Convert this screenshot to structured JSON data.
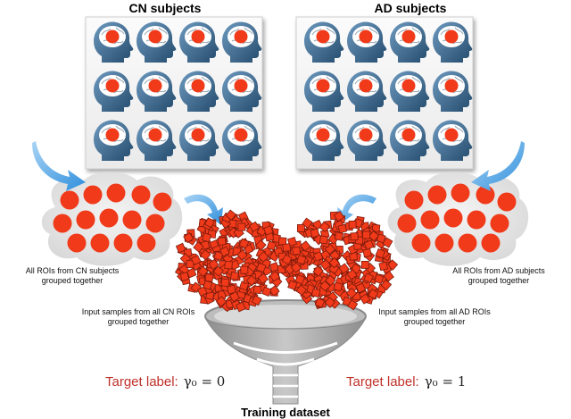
{
  "left_panel": {
    "title": "CN subjects",
    "icon": "brain-head-icon",
    "rows": 3,
    "cols": 4
  },
  "right_panel": {
    "title": "AD subjects",
    "icon": "brain-head-icon",
    "rows": 3,
    "cols": 4
  },
  "left_group_caption": [
    "All ROIs from CN subjects",
    "grouped together"
  ],
  "right_group_caption": [
    "All ROIs from AD subjects",
    "grouped together"
  ],
  "left_samples_caption": [
    "Input samples from all CN ROIs",
    "grouped together"
  ],
  "right_samples_caption": [
    "Input samples from all AD ROIs",
    "grouped together"
  ],
  "left_target": {
    "text": "Target label:",
    "math": "γ₀ = 0"
  },
  "right_target": {
    "text": "Target label:",
    "math": "γ₀ = 1"
  },
  "funnel_label": "Training dataset",
  "colors": {
    "roi_red": "#f03a1a",
    "arrow_blue": "#4aa3e6",
    "target_red": "#c0312a",
    "funnel_gray": "#9e9e9e",
    "head_blue": "#3f6e94"
  }
}
